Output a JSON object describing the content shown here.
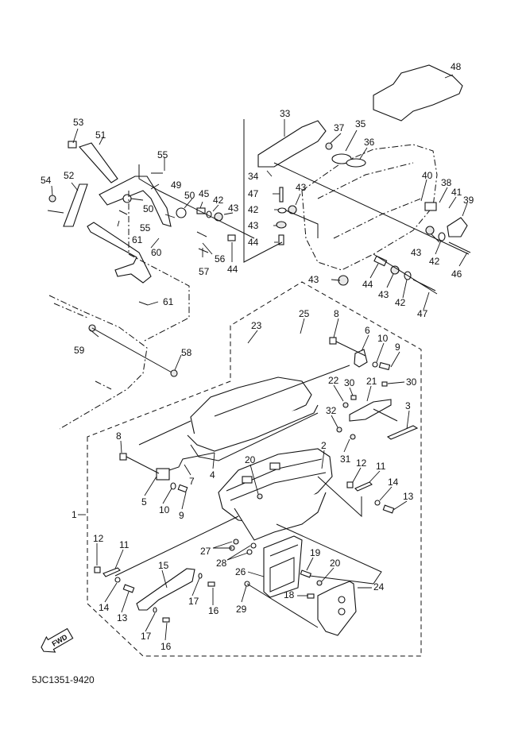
{
  "diagram": {
    "title": "Saddlebag / side case exploded parts diagram",
    "drawing_code": "5JC1351-9420",
    "direction_marker": {
      "icon": "fwd-arrow-icon",
      "label": "FWD"
    },
    "callouts": {
      "c1": "1",
      "c2": "2",
      "c3": "3",
      "c4": "4",
      "c5": "5",
      "c6": "6",
      "c7": "7",
      "c8a": "8",
      "c8b": "8",
      "c9a": "9",
      "c9b": "9",
      "c10a": "10",
      "c10b": "10",
      "c11a": "11",
      "c11b": "11",
      "c12a": "12",
      "c12b": "12",
      "c13a": "13",
      "c13b": "13",
      "c14a": "14",
      "c14b": "14",
      "c15": "15",
      "c16a": "16",
      "c16b": "16",
      "c17a": "17",
      "c17b": "17",
      "c18": "18",
      "c19": "19",
      "c20a": "20",
      "c20b": "20",
      "c21": "21",
      "c22": "22",
      "c23": "23",
      "c24": "24",
      "c25": "25",
      "c26": "26",
      "c27": "27",
      "c28": "28",
      "c29": "29",
      "c30a": "30",
      "c30b": "30",
      "c31": "31",
      "c32": "32",
      "c33": "33",
      "c34": "34",
      "c35": "35",
      "c36": "36",
      "c37": "37",
      "c38": "38",
      "c39": "39",
      "c40": "40",
      "c41": "41",
      "c42a": "42",
      "c42b": "42",
      "c42c": "42",
      "c42d": "42",
      "c43a": "43",
      "c43b": "43",
      "c43c": "43",
      "c43d": "43",
      "c43e": "43",
      "c43f": "43",
      "c44a": "44",
      "c44b": "44",
      "c44c": "44",
      "c45": "45",
      "c46": "46",
      "c47a": "47",
      "c47b": "47",
      "c48": "48",
      "c49": "49",
      "c50a": "50",
      "c50b": "50",
      "c51": "51",
      "c52": "52",
      "c53": "53",
      "c54": "54",
      "c55a": "55",
      "c55b": "55",
      "c56": "56",
      "c57": "57",
      "c58": "58",
      "c59": "59",
      "c60": "60",
      "c61a": "61",
      "c61b": "61"
    }
  }
}
